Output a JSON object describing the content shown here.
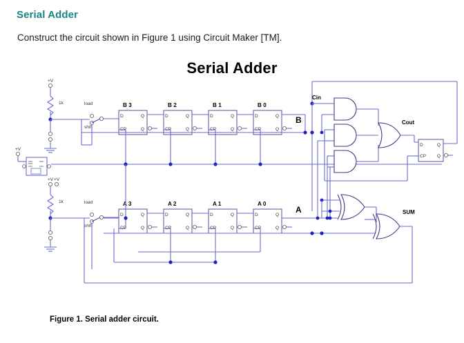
{
  "page": {
    "heading": "Serial Adder",
    "intro": "Construct the circuit shown in Figure 1 using Circuit Maker [TM].",
    "figure_title": "Serial Adder",
    "caption": "Figure 1.  Serial adder circuit.",
    "heading_color": "#17877f",
    "wire_color": "#6a6ad0",
    "node_color": "#2020c0"
  },
  "schematic": {
    "supplies": [
      {
        "id": "vcc-top",
        "label": "+V",
        "resistor": "1k"
      },
      {
        "id": "vcc-bottom",
        "label": "+V",
        "resistor": "1k"
      }
    ],
    "switches": [
      {
        "id": "switch-b",
        "load_label": "load",
        "shift_label": "shift"
      },
      {
        "id": "switch-a",
        "load_label": "load",
        "shift_label": "shift"
      }
    ],
    "clock": {
      "label": "+V",
      "name": "clock-source"
    },
    "registers": [
      {
        "name": "b-register",
        "bus_label": "B",
        "flipflops": [
          {
            "label": "B 3",
            "d": "D",
            "cp": "CP",
            "q": "Q",
            "qbar": "Q"
          },
          {
            "label": "B 2",
            "d": "D",
            "cp": "CP",
            "q": "Q",
            "qbar": "Q"
          },
          {
            "label": "B 1",
            "d": "D",
            "cp": "CP",
            "q": "Q",
            "qbar": "Q"
          },
          {
            "label": "B 0",
            "d": "D",
            "cp": "CP",
            "q": "Q",
            "qbar": "Q"
          }
        ]
      },
      {
        "name": "a-register",
        "bus_label": "A",
        "flipflops": [
          {
            "label": "A 3",
            "d": "D",
            "cp": "CP",
            "q": "Q",
            "qbar": "Q"
          },
          {
            "label": "A 2",
            "d": "D",
            "cp": "CP",
            "q": "Q",
            "qbar": "Q"
          },
          {
            "label": "A 1",
            "d": "D",
            "cp": "CP",
            "q": "Q",
            "qbar": "Q"
          },
          {
            "label": "A 0",
            "d": "D",
            "cp": "CP",
            "q": "Q",
            "qbar": "Q"
          }
        ]
      }
    ],
    "signals": {
      "cin": "Cin",
      "cout": "Cout",
      "sum": "SUM",
      "bus_b": "B",
      "bus_a": "A"
    },
    "gates": [
      {
        "type": "and",
        "name": "and-gate-1"
      },
      {
        "type": "and",
        "name": "and-gate-2"
      },
      {
        "type": "and",
        "name": "and-gate-3"
      },
      {
        "type": "or",
        "name": "or-gate-cout"
      },
      {
        "type": "xor",
        "name": "xor-gate-1"
      },
      {
        "type": "xor",
        "name": "xor-gate-2"
      }
    ],
    "carry_flipflop": {
      "label": "",
      "d": "D",
      "cp": "CP",
      "q": "Q",
      "qbar": "Q"
    }
  }
}
